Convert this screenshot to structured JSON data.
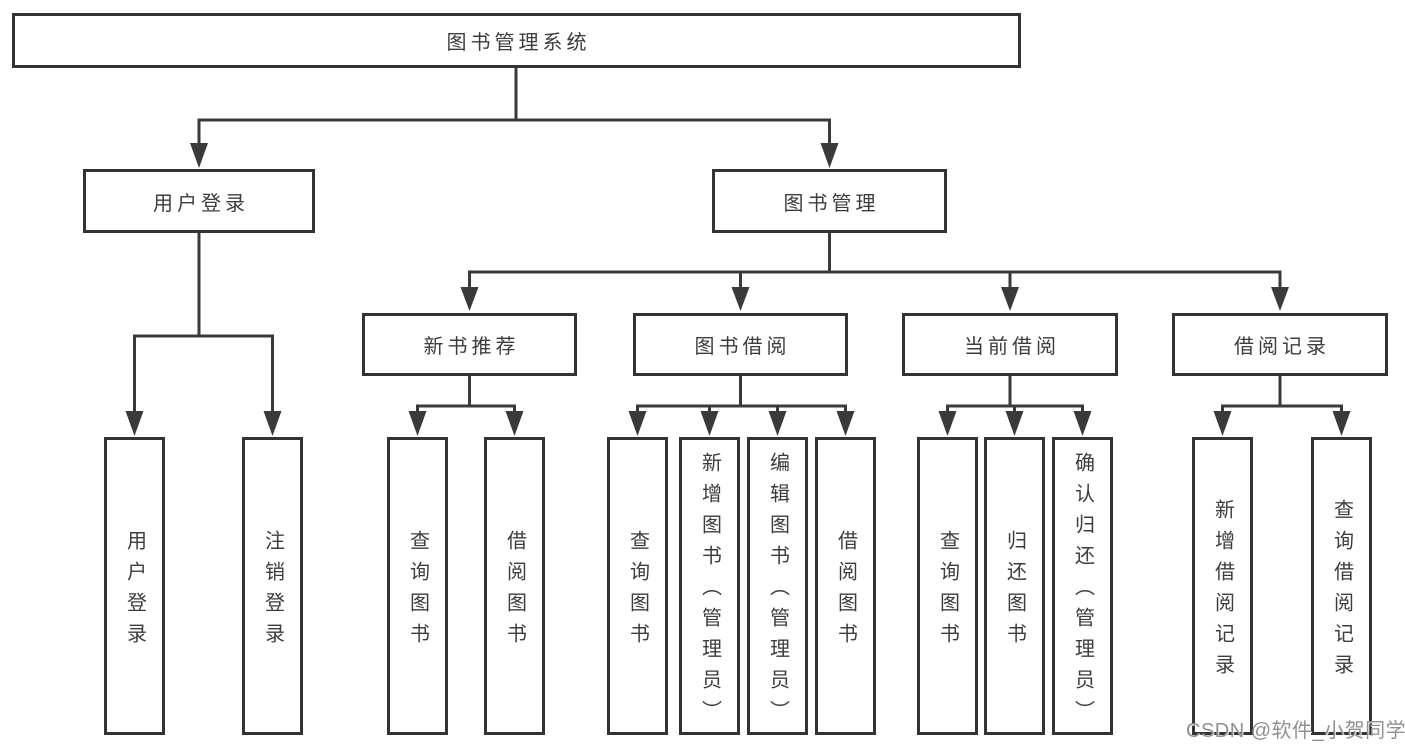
{
  "tree": {
    "root": "图书管理系统",
    "user_login": {
      "label": "用户登录",
      "leaves": [
        "用户登录",
        "注销登录"
      ]
    },
    "book_mgmt": {
      "label": "图书管理",
      "sections": {
        "new_book": {
          "label": "新书推荐",
          "leaves": [
            "查询图书",
            "借阅图书"
          ]
        },
        "book_borrow": {
          "label": "图书借阅",
          "leaves": [
            "查询图书",
            "新增图书（管理员）",
            "编辑图书（管理员）",
            "借阅图书"
          ]
        },
        "current_borrow": {
          "label": "当前借阅",
          "leaves": [
            "查询图书",
            "归还图书",
            "确认归还（管理员）"
          ]
        },
        "borrow_record": {
          "label": "借阅记录",
          "leaves": [
            "新增借阅记录",
            "查询借阅记录"
          ]
        }
      }
    }
  },
  "watermark": "CSDN @软件_小贺同学",
  "colors": {
    "line": "#3a3a3a",
    "box_border": "#333333",
    "text": "#3d3d3d",
    "watermark": "#909090",
    "background": "#ffffff"
  }
}
